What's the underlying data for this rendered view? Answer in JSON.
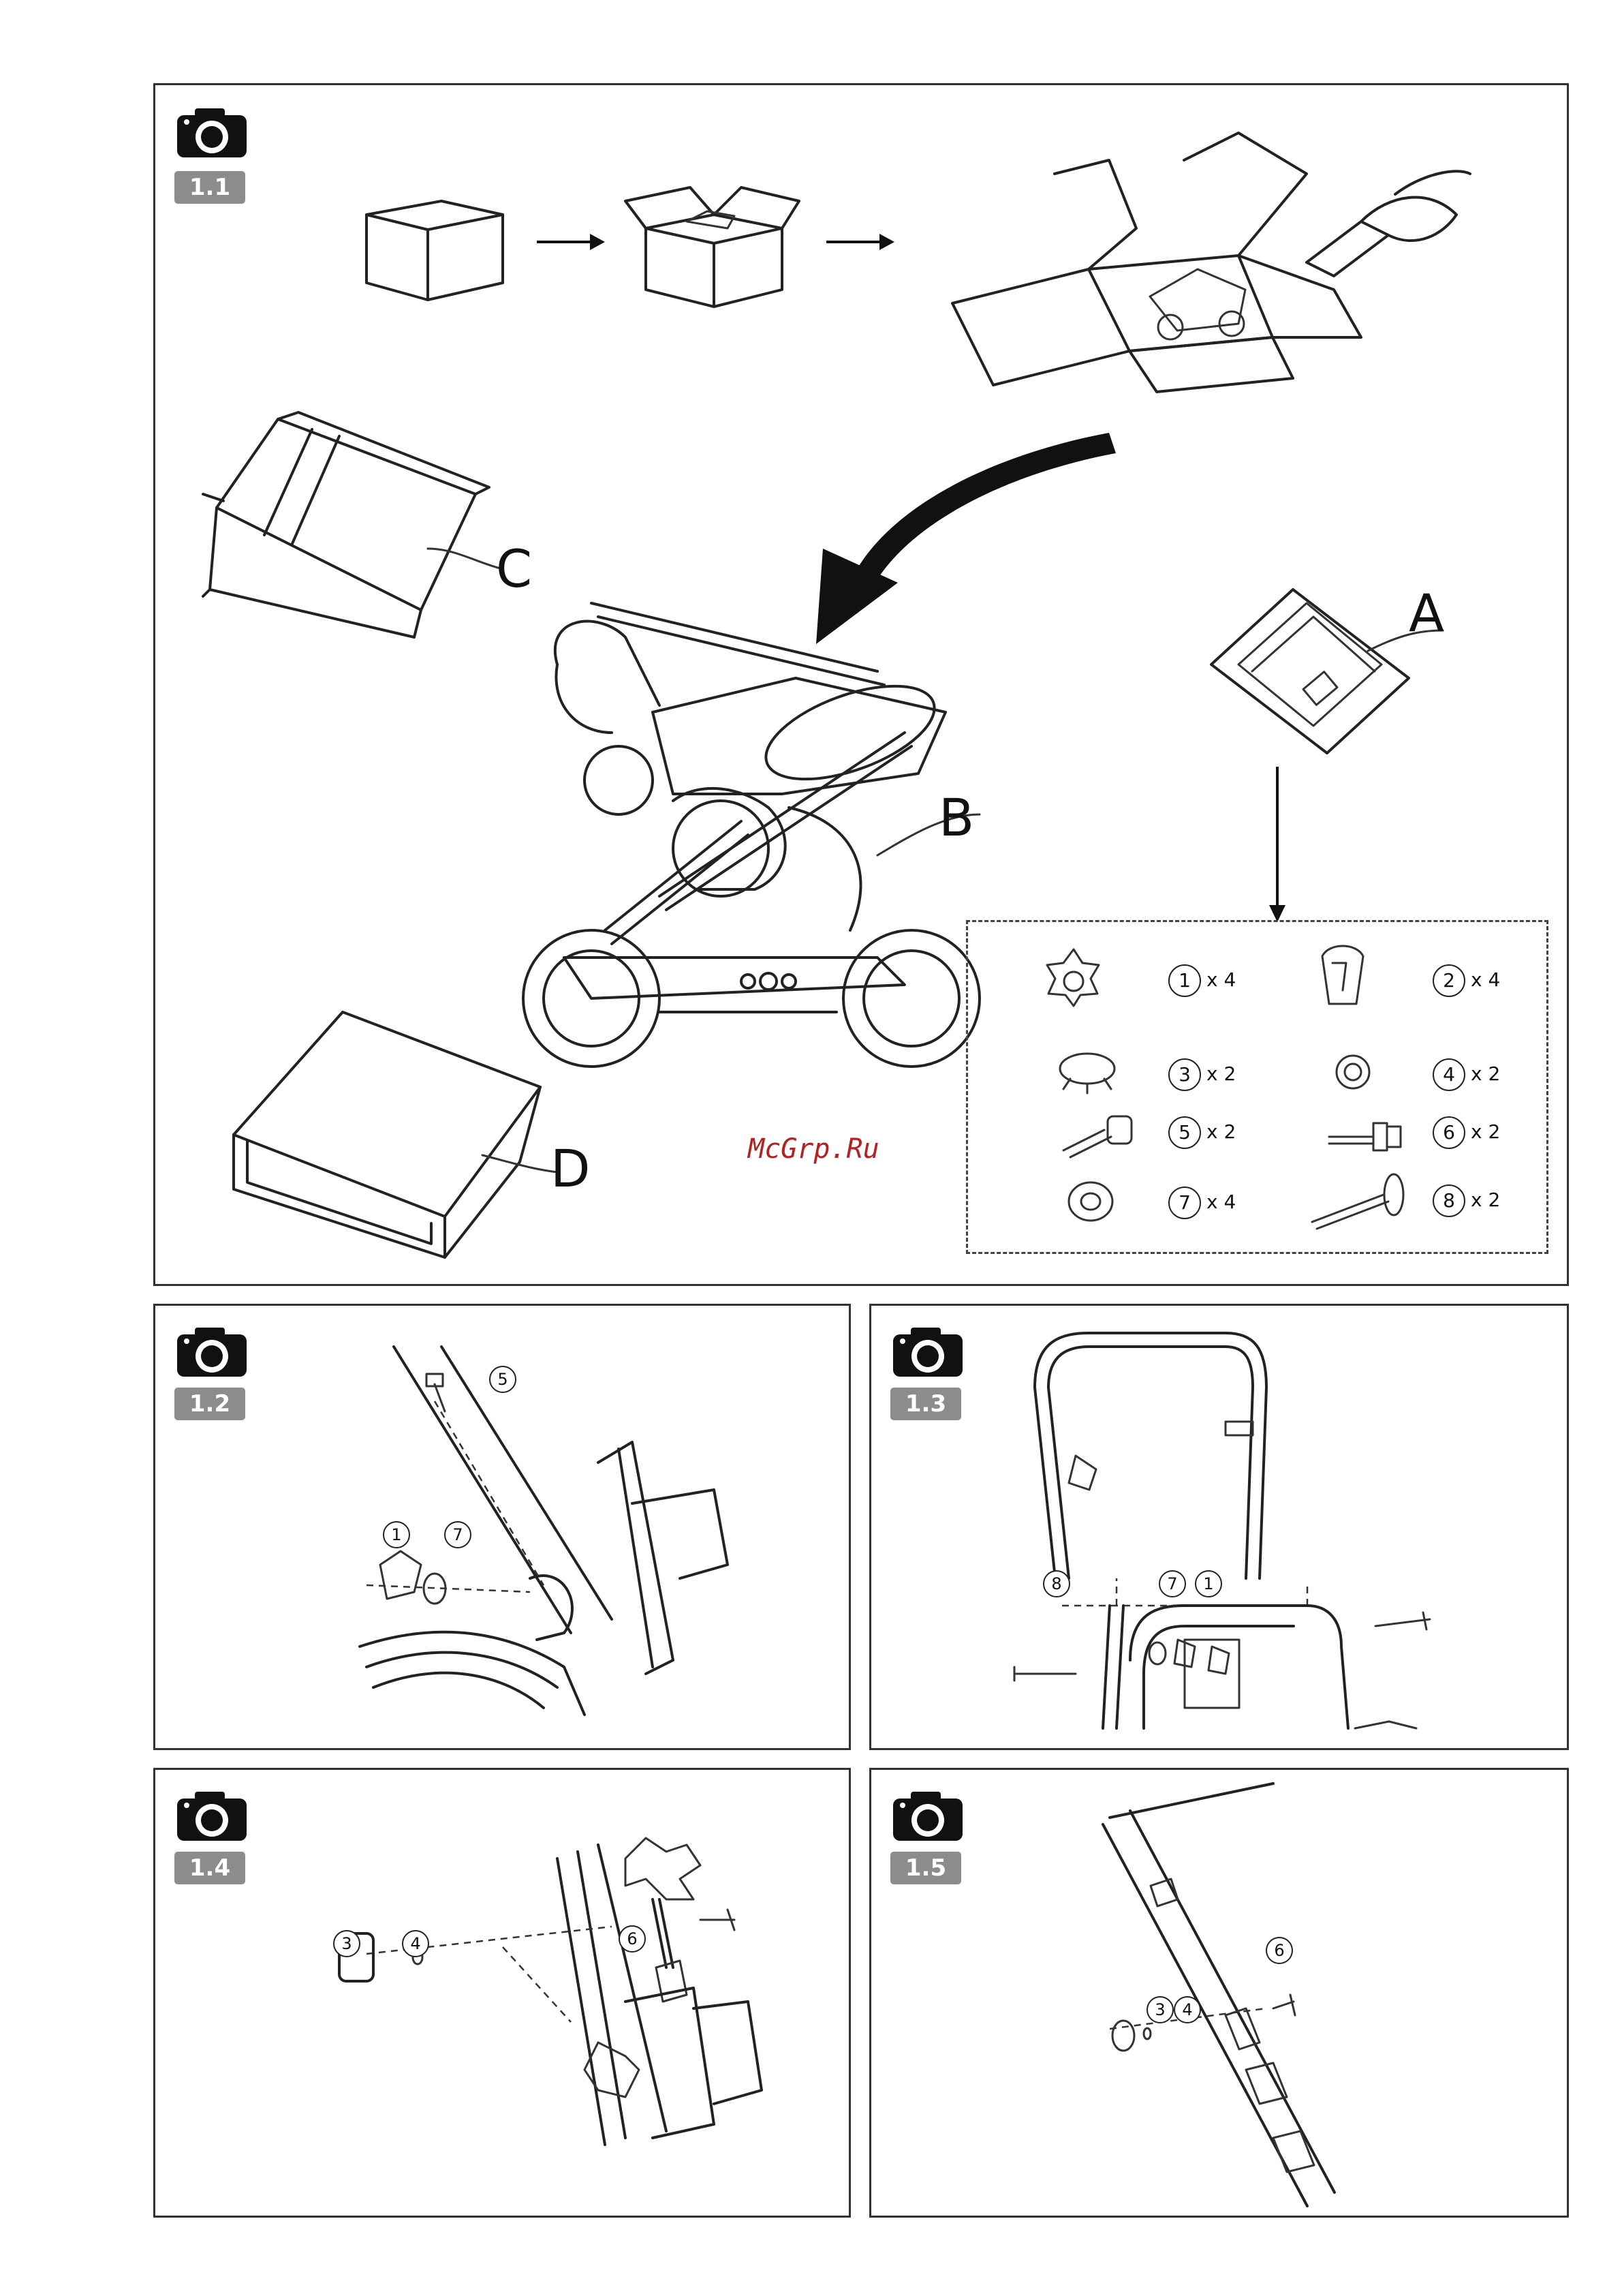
{
  "watermark": "McGrp.Ru",
  "figures": [
    {
      "id": "1.1"
    },
    {
      "id": "1.2"
    },
    {
      "id": "1.3"
    },
    {
      "id": "1.4"
    },
    {
      "id": "1.5"
    }
  ],
  "fig11": {
    "labels": {
      "a": "A",
      "b": "B",
      "c": "C",
      "d": "D"
    },
    "parts": [
      {
        "num": "1",
        "qty": "x 4"
      },
      {
        "num": "2",
        "qty": "x 4"
      },
      {
        "num": "3",
        "qty": "x 2"
      },
      {
        "num": "4",
        "qty": "x 2"
      },
      {
        "num": "5",
        "qty": "x 2"
      },
      {
        "num": "6",
        "qty": "x 2"
      },
      {
        "num": "7",
        "qty": "x 4"
      },
      {
        "num": "8",
        "qty": "x 2"
      }
    ]
  },
  "fig12": {
    "callouts": [
      "5",
      "1",
      "7"
    ]
  },
  "fig13": {
    "callouts": [
      "8",
      "7",
      "1"
    ]
  },
  "fig14": {
    "callouts": [
      "3",
      "4",
      "6"
    ]
  },
  "fig15": {
    "callouts": [
      "6",
      "3",
      "4"
    ]
  },
  "icons": {
    "camera": "camera-icon"
  }
}
